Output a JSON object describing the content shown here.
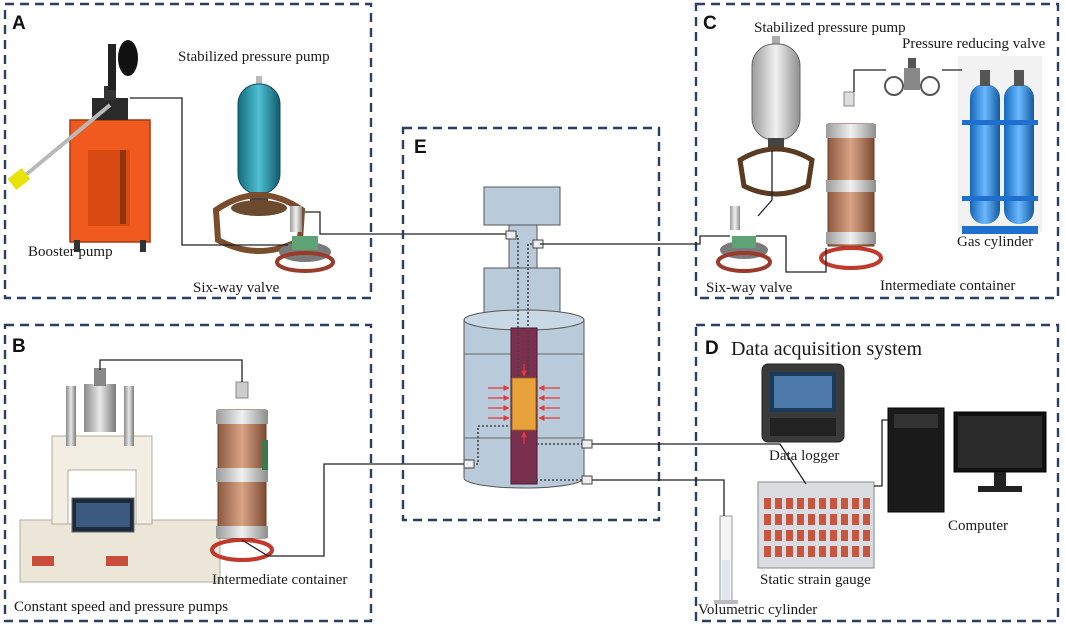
{
  "panels": {
    "A": {
      "letter": "A",
      "booster_pump": "Booster pump",
      "stabilized_pump": "Stabilized pressure pump",
      "six_way_valve": "Six-way valve"
    },
    "B": {
      "letter": "B",
      "constant_pumps": "Constant speed and pressure pumps",
      "intermediate_container": "Intermediate container"
    },
    "C": {
      "letter": "C",
      "stabilized_pump": "Stabilized pressure pump",
      "reducing_valve": "Pressure reducing valve",
      "gas_cylinder": "Gas cylinder",
      "six_way_valve": "Six-way valve",
      "intermediate_container": "Intermediate container"
    },
    "D": {
      "letter": "D",
      "title": "Data acquisition system",
      "data_logger": "Data logger",
      "computer": "Computer",
      "strain_gauge": "Static strain gauge",
      "volumetric_cylinder": "Volumetric cylinder"
    },
    "E": {
      "letter": "E"
    }
  },
  "colors": {
    "panel_border": "#2c3e63",
    "cell_fill": "#b9cbdb",
    "core_fill": "#7a2f4e",
    "sample_fill": "#e8a23c",
    "arrow_red": "#e23b3b",
    "booster_orange": "#f05a1e",
    "accumulator_teal": "#1f8fa6",
    "gas_blue": "#2f8fe0",
    "container_copper": "#b87a58",
    "ring_red": "#c0392b"
  }
}
